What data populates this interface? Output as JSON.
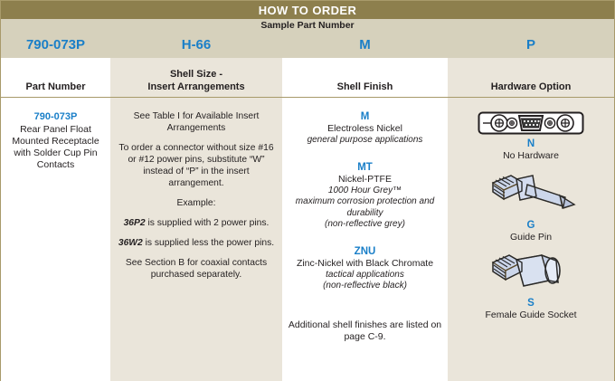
{
  "title": "HOW TO ORDER",
  "sample": {
    "label": "Sample Part Number",
    "values": [
      "790-073P",
      "H-66",
      "M",
      "P"
    ]
  },
  "columns": [
    {
      "header_line1": "Part Number",
      "header_line2": ""
    },
    {
      "header_line1": "Shell Size -",
      "header_line2": "Insert Arrangements"
    },
    {
      "header_line1": "Shell Finish",
      "header_line2": ""
    },
    {
      "header_line1": "Hardware Option",
      "header_line2": ""
    }
  ],
  "part_number": {
    "code": "790-073P",
    "description": "Rear Panel Float Mounted Receptacle with Solder Cup Pin Contacts"
  },
  "shell_size": {
    "p1": "See Table I for Available Insert Arrangements",
    "p2": "To order a connector without size #16 or #12 power pins, substitute “W” instead of “P” in the insert arrangement.",
    "p3": "Example:",
    "ex1_code": "36P2",
    "ex1_text": " is supplied with 2 power pins.",
    "ex2_code": "36W2",
    "ex2_text": " is supplied less the power pins.",
    "p4": "See Section B for coaxial contacts purchased separately."
  },
  "shell_finish": {
    "options": [
      {
        "code": "M",
        "name": "Electroless Nickel",
        "notes": [
          "general purpose applications"
        ]
      },
      {
        "code": "MT",
        "name": "Nickel-PTFE",
        "notes": [
          "1000 Hour Grey™",
          "maximum corrosion protection and durability",
          "(non-reflective grey)"
        ]
      },
      {
        "code": "ZNU",
        "name": "Zinc-Nickel with Black Chromate",
        "notes": [
          "tactical applications",
          "(non-reflective black)"
        ]
      }
    ],
    "footnote": "Additional shell finishes are listed on page C-9."
  },
  "hardware_option": {
    "items": [
      {
        "icon": "dsub-connector-icon",
        "code": "N",
        "name": "No Hardware"
      },
      {
        "icon": "guide-pin-icon",
        "code": "G",
        "name": "Guide Pin"
      },
      {
        "icon": "female-guide-socket-icon",
        "code": "S",
        "name": "Female Guide Socket"
      }
    ]
  },
  "colors": {
    "title_band": "#8d7f4d",
    "sample_band": "#d6d1bc",
    "accent_blue": "#1a7fc8",
    "beige_column": "#eae5da",
    "border": "#a89a6a",
    "text": "#231f20"
  }
}
